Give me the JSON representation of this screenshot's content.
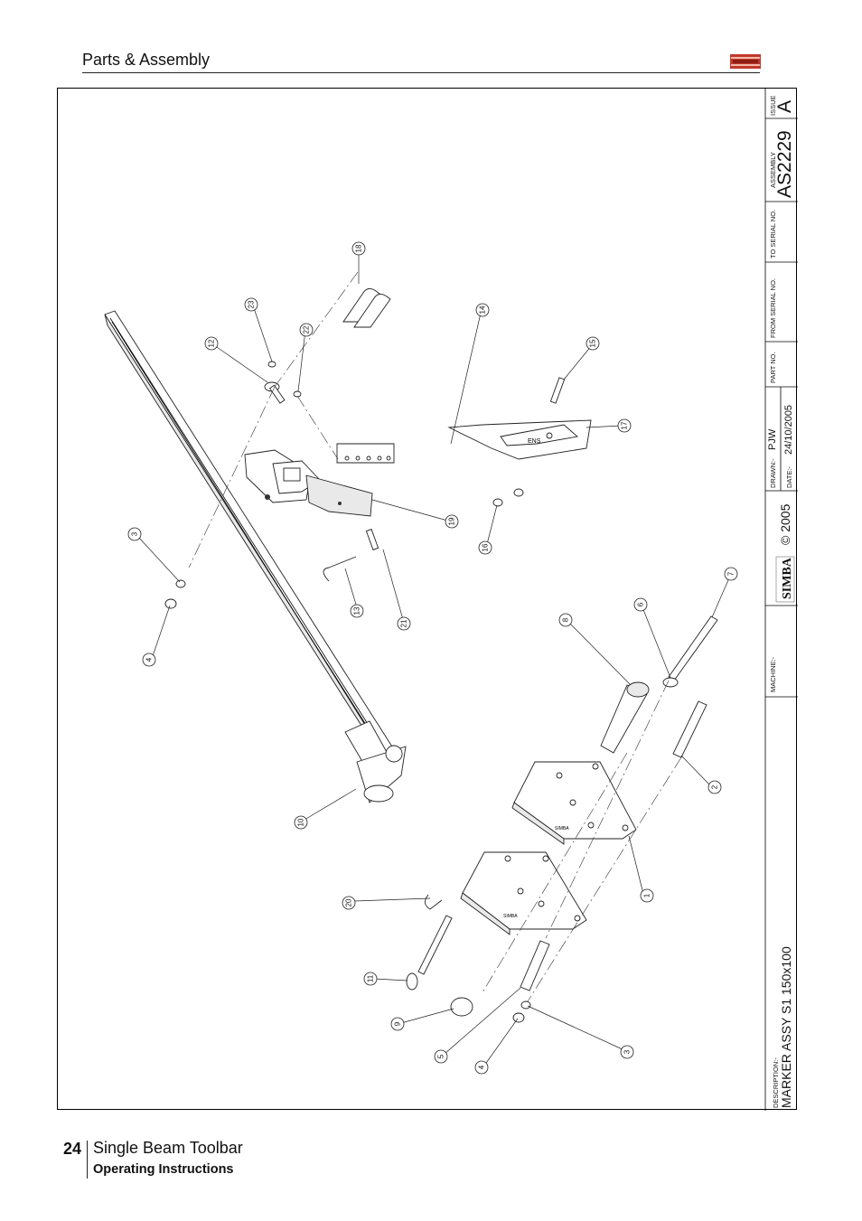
{
  "header": {
    "section_title": "Parts & Assembly",
    "logo_alt": "SIMBA"
  },
  "title_block": {
    "issue_label": "ISSUE",
    "issue_value": "A",
    "assembly_label": "ASSEMBLY",
    "assembly_value": "AS2229",
    "to_serial_label": "TO SERIAL NO.",
    "from_serial_label": "FROM SERIAL NO.",
    "part_no_label": "PART NO.",
    "drawn_label": "DRAWN:-",
    "drawn_value": "PJW",
    "date_label": "DATE:-",
    "date_value": "24/10/2005",
    "copyright": "© 2005",
    "brand": "SIMBA",
    "machine_label": "MACHINE:-",
    "description_label": "DESCRIPTION:-",
    "description_value": "MARKER ASSY S1 150x100"
  },
  "callouts": [
    "1",
    "2",
    "3",
    "3",
    "4",
    "4",
    "5",
    "6",
    "7",
    "8",
    "9",
    "10",
    "11",
    "12",
    "13",
    "14",
    "15",
    "16",
    "17",
    "18",
    "19",
    "20",
    "21",
    "22",
    "23"
  ],
  "footer": {
    "page_number": "24",
    "manual_title": "Single Beam Toolbar",
    "manual_subtitle": "Operating Instructions"
  },
  "colors": {
    "logo_red": "#c0392b",
    "line": "#222222"
  }
}
